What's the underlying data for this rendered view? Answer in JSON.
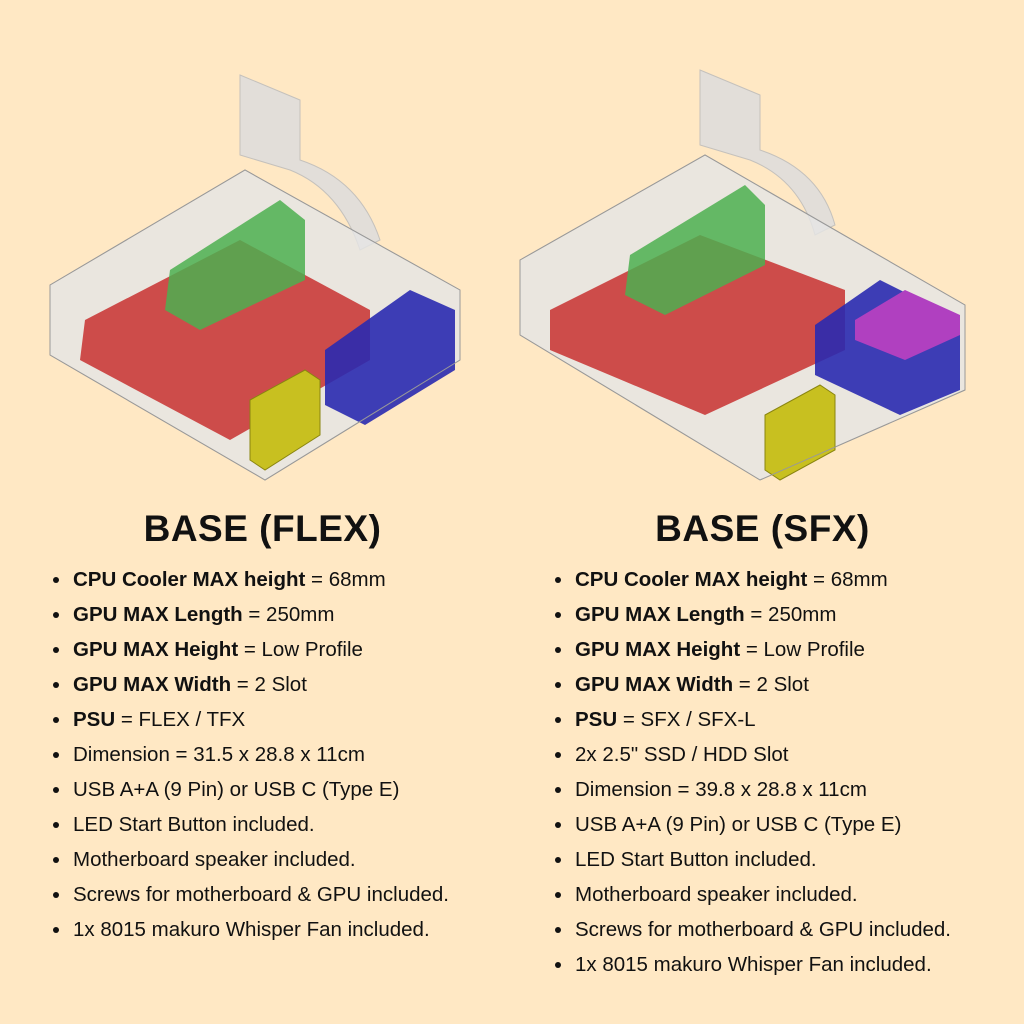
{
  "left": {
    "title": "BASE (FLEX)",
    "items": [
      {
        "bold": "CPU Cooler MAX height",
        "text": " = 68mm"
      },
      {
        "bold": "GPU MAX Length",
        "text": " = 250mm"
      },
      {
        "bold": "GPU MAX Height",
        "text": " = Low Profile"
      },
      {
        "bold": "GPU MAX Width",
        "text": " = 2 Slot"
      },
      {
        "bold": "PSU",
        "text": " = FLEX / TFX"
      },
      {
        "bold": "",
        "text": "Dimension = 31.5 x 28.8 x 11cm"
      },
      {
        "bold": "",
        "text": "USB A+A (9 Pin) or USB C (Type E)"
      },
      {
        "bold": "",
        "text": "LED Start Button included."
      },
      {
        "bold": "",
        "text": "Motherboard speaker included."
      },
      {
        "bold": "",
        "text": "Screws for motherboard & GPU included."
      },
      {
        "bold": "",
        "text": "1x 8015 makuro Whisper Fan included."
      }
    ]
  },
  "right": {
    "title": "BASE (SFX)",
    "items": [
      {
        "bold": "CPU Cooler MAX height",
        "text": " = 68mm"
      },
      {
        "bold": "GPU MAX Length",
        "text": " = 250mm"
      },
      {
        "bold": "GPU MAX Height",
        "text": " = Low Profile"
      },
      {
        "bold": "GPU MAX Width",
        "text": " = 2 Slot"
      },
      {
        "bold": "PSU",
        "text": " = SFX / SFX-L"
      },
      {
        "bold": "",
        "text": "2x 2.5\" SSD / HDD Slot"
      },
      {
        "bold": "",
        "text": "Dimension = 39.8 x 28.8 x 11cm"
      },
      {
        "bold": "",
        "text": "USB A+A (9 Pin) or USB C (Type E)"
      },
      {
        "bold": "",
        "text": "LED Start Button included."
      },
      {
        "bold": "",
        "text": "Motherboard speaker included."
      },
      {
        "bold": "",
        "text": "Screws for motherboard & GPU included."
      },
      {
        "bold": "",
        "text": "1x 8015 makuro Whisper Fan included."
      }
    ]
  },
  "colors": {
    "background": "#FFE8C4",
    "motherboard": "#C83030",
    "cooler": "#4CAF50",
    "psu": "#2A2AB0",
    "fan": "#C8C020",
    "ssd": "#B040C0"
  }
}
